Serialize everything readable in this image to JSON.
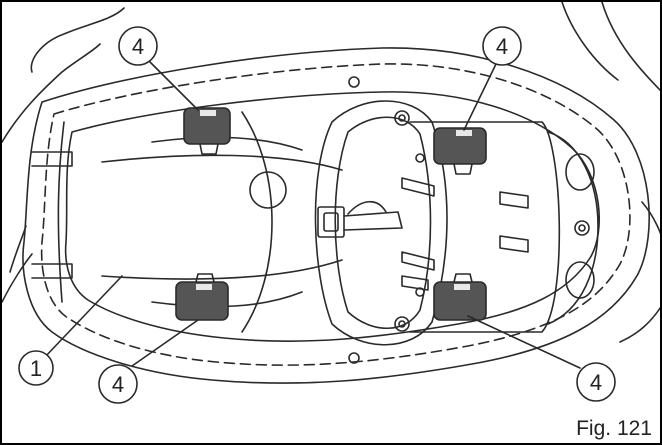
{
  "figure": {
    "caption": "Fig. 121",
    "callouts": {
      "seat": "1",
      "pad_top_left": "4",
      "pad_top_right": "4",
      "pad_bottom_left": "4",
      "pad_bottom_right": "4"
    }
  },
  "colors": {
    "line": "#2a2a2a",
    "pad_fill": "#555555",
    "pad_highlight": "#e8e8e8",
    "background": "#ffffff"
  }
}
